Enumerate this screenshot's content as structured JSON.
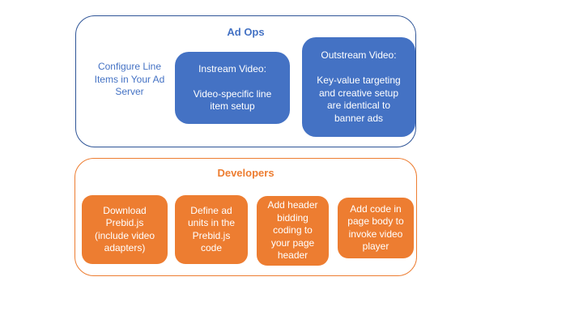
{
  "colors": {
    "blue_fill": "#4472C4",
    "blue_border": "#2F5597",
    "orange_fill": "#ED7D31",
    "orange_border": "#ED7D31",
    "node_text": "#FFFFFF",
    "background": "#FFFFFF"
  },
  "ad_ops": {
    "title": "Ad Ops",
    "note": "Configure Line\nItems in Your Ad\nServer",
    "boxes": [
      {
        "label": "Instream Video:\n\nVideo-specific line\nitem setup"
      },
      {
        "label": "Outstream Video:\n\nKey-value targeting\nand creative setup\nare identical to\nbanner ads"
      }
    ]
  },
  "developers": {
    "title": "Developers",
    "boxes": [
      {
        "label": "Download\nPrebid.js\n(include video\nadapters)"
      },
      {
        "label": "Define ad\nunits in the\nPrebid.js\ncode"
      },
      {
        "label": "Add header\nbidding\ncoding to\nyour page\nheader"
      },
      {
        "label": "Add code in\npage body to\ninvoke video\nplayer"
      }
    ]
  }
}
